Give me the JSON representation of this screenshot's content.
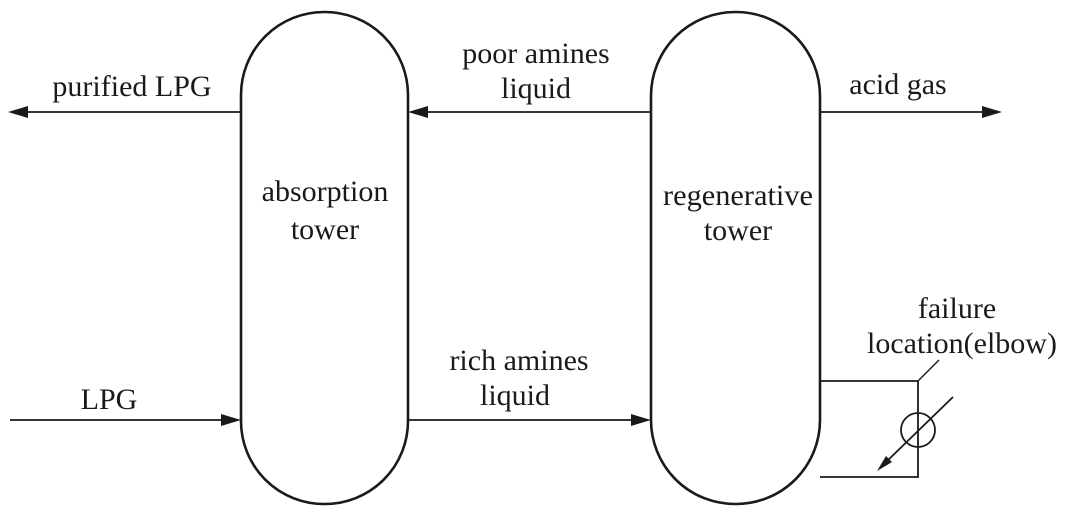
{
  "diagram": {
    "towers": {
      "absorption": {
        "line1": "absorption",
        "line2": "tower"
      },
      "regenerative": {
        "line1": "regenerative",
        "line2": "tower"
      }
    },
    "streams": {
      "purified_lpg": "purified LPG",
      "lpg": "LPG",
      "poor_amines": {
        "line1": "poor amines",
        "line2": "liquid"
      },
      "rich_amines": {
        "line1": "rich amines",
        "line2": "liquid"
      },
      "acid_gas": "acid gas"
    },
    "failure": {
      "line1": "failure",
      "line2": "location(elbow)"
    }
  }
}
